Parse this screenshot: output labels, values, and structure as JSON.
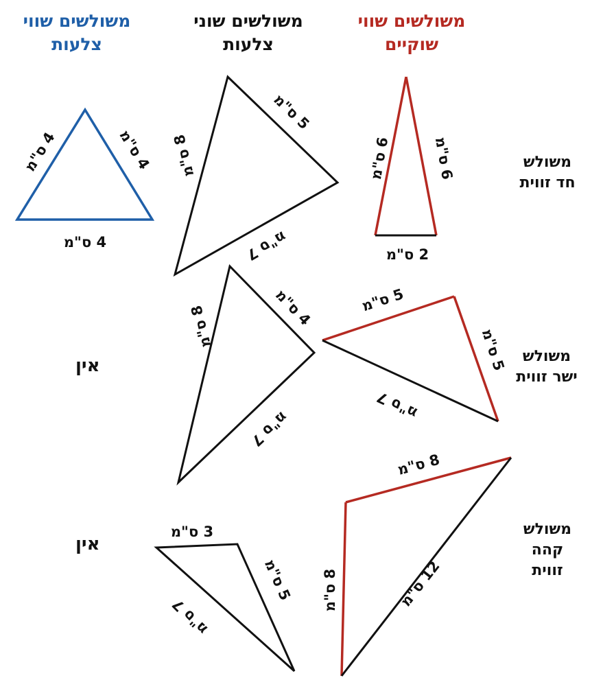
{
  "colors": {
    "blue": "#1f5fa8",
    "red": "#b52a22",
    "black": "#111111"
  },
  "headers": {
    "equilateral": [
      "משולשים שווי",
      "צלעות"
    ],
    "scalene": [
      "משולשים שוני",
      "צלעות"
    ],
    "isosceles": [
      "משולשים שווי",
      "שוקיים"
    ]
  },
  "rows": {
    "acute": [
      "משולש",
      "חד זווית"
    ],
    "right": [
      "משולש",
      "ישר זווית"
    ],
    "obtuse": [
      "משולש",
      "קהה",
      "זווית"
    ]
  },
  "none_label": "אין",
  "triangles": {
    "equilateral_acute": {
      "sides": [
        "4 ס\"מ",
        "4 ס\"מ",
        "4 ס\"מ"
      ]
    },
    "scalene_acute": {
      "sides": [
        "5 ס\"מ",
        "8 ס\"מ",
        "7 ס\"מ"
      ]
    },
    "isosceles_acute": {
      "sides": [
        "6 ס\"מ",
        "6 ס\"מ",
        "2 ס\"מ"
      ]
    },
    "scalene_right": {
      "sides": [
        "4 ס\"מ",
        "8 ס\"מ",
        "7 ס\"מ"
      ]
    },
    "isosceles_right": {
      "sides": [
        "5 ס\"מ",
        "5 ס\"מ",
        "7 ס\"מ"
      ]
    },
    "scalene_obtuse": {
      "sides": [
        "3 ס\"מ",
        "5 ס\"מ",
        "7 ס\"מ"
      ]
    },
    "isosceles_obtuse": {
      "sides": [
        "8 ס\"מ",
        "8 ס\"מ",
        "12 ס\"מ"
      ]
    }
  }
}
